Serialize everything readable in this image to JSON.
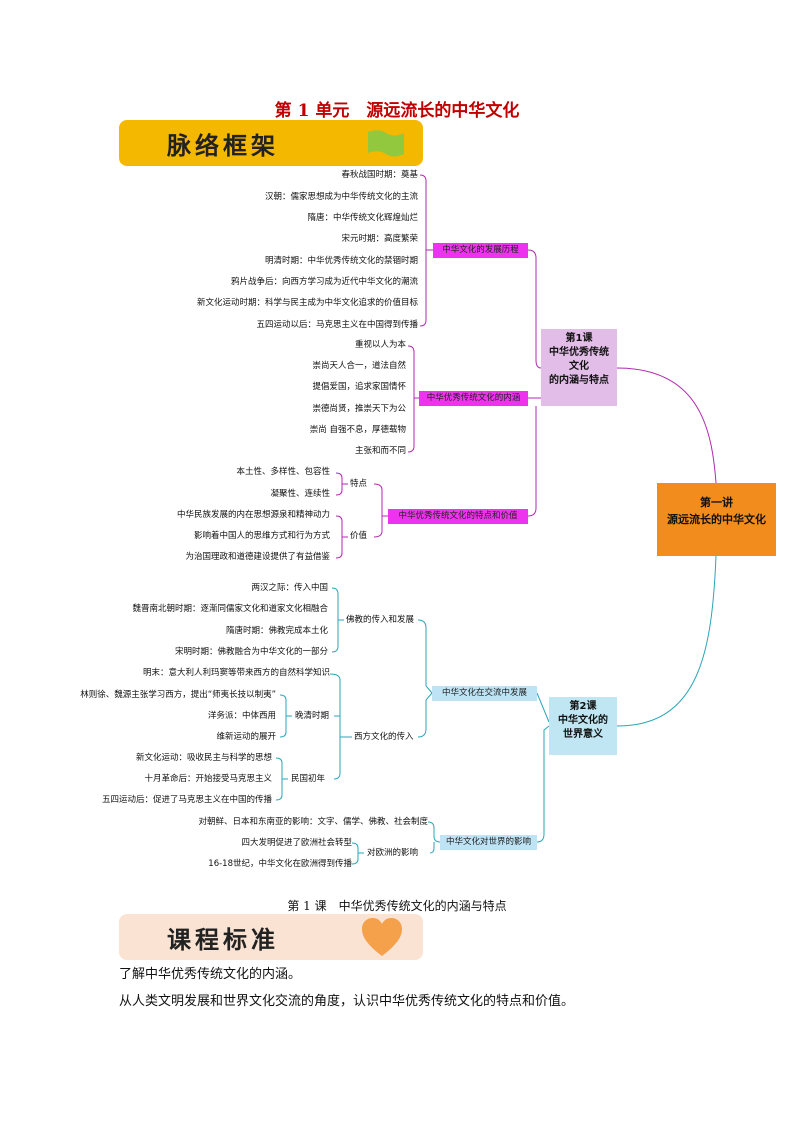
{
  "unit_title": "第 1 单元　源远流长的中华文化",
  "banner1": {
    "label": "脉络框架"
  },
  "banner2": {
    "label": "课程标准"
  },
  "mindmap": {
    "root": [
      "第一讲",
      "源远流长的中华文化"
    ],
    "lesson1": [
      "第1课",
      "中华优秀传统",
      "文化",
      "的内涵与特点"
    ],
    "lesson2": [
      "第2课",
      "中华文化的",
      "世界意义"
    ],
    "branch_history": {
      "label": "中华文化的发展历程",
      "items": [
        "春秋战国时期：奠基",
        "汉朝：儒家思想成为中华传统文化的主流",
        "隋唐：中华传统文化辉煌灿烂",
        "宋元时期：高度繁荣",
        "明清时期：中华优秀传统文化的禁锢时期",
        "鸦片战争后：向西方学习成为近代中华文化的潮流",
        "新文化运动时期：科学与民主成为中华文化追求的价值目标",
        "五四运动以后：马克思主义在中国得到传播"
      ]
    },
    "branch_connotation": {
      "label": "中华优秀传统文化的内涵",
      "items": [
        "重视以人为本",
        "崇尚天人合一，道法自然",
        "提倡爱国，追求家国情怀",
        "崇德尚贤，推崇天下为公",
        "崇尚 自强不息，厚德载物",
        "主张和而不同"
      ]
    },
    "branch_traits": {
      "label": "中华优秀传统文化的特点和价值",
      "traits_label": "特点",
      "traits": [
        "本土性、多样性、包容性",
        "凝聚性、连续性"
      ],
      "values_label": "价值",
      "values": [
        "中华民族发展的内在思想源泉和精神动力",
        "影响着中国人的思维方式和行为方式",
        "为治国理政和道德建设提供了有益借鉴"
      ]
    },
    "branch_exchange": {
      "label": "中华文化在交流中发展",
      "buddhism_label": "佛教的传入和发展",
      "buddhism": [
        "两汉之际：传入中国",
        "魏晋南北朝时期：逐渐同儒家文化和道家文化相融合",
        "隋唐时期：佛教完成本土化",
        "宋明时期：佛教融合为中华文化的一部分"
      ],
      "western_label": "西方文化的传入",
      "ming": "明末：意大利人利玛窦等带来西方的自然科学知识",
      "late_qing_label": "晚清时期",
      "late_qing": [
        "林则徐、魏源主张学习西方，提出“师夷长技以制夷”",
        "洋务派：中体西用",
        "维新运动的展开"
      ],
      "early_rep_label": "民国初年",
      "early_rep": [
        "新文化运动：吸收民主与科学的思想",
        "十月革命后：开始接受马克思主义",
        "五四运动后：促进了马克思主义在中国的传播"
      ]
    },
    "branch_world": {
      "label": "中华文化对世界的影响",
      "asia": "对朝鲜、日本和东南亚的影响：文字、儒学、佛教、社会制度",
      "europe_label": "对欧洲的影响",
      "europe": [
        "四大发明促进了欧洲社会转型",
        "16-18世纪，中华文化在欧洲得到传播"
      ]
    }
  },
  "lesson_heading": "第 1 课　中华优秀传统文化的内涵与特点",
  "standards": [
    "了解中华优秀传统文化的内涵。",
    "从人类文明发展和世界文化交流的角度，认识中华优秀传统文化的特点和价值。"
  ],
  "colors": {
    "title": "#c00000",
    "magenta_line": "#b02ab0",
    "teal_line": "#2aa6b8",
    "banner1": "#f5b800",
    "banner2": "#fbe3d3",
    "lecture": "#f28c1c"
  }
}
